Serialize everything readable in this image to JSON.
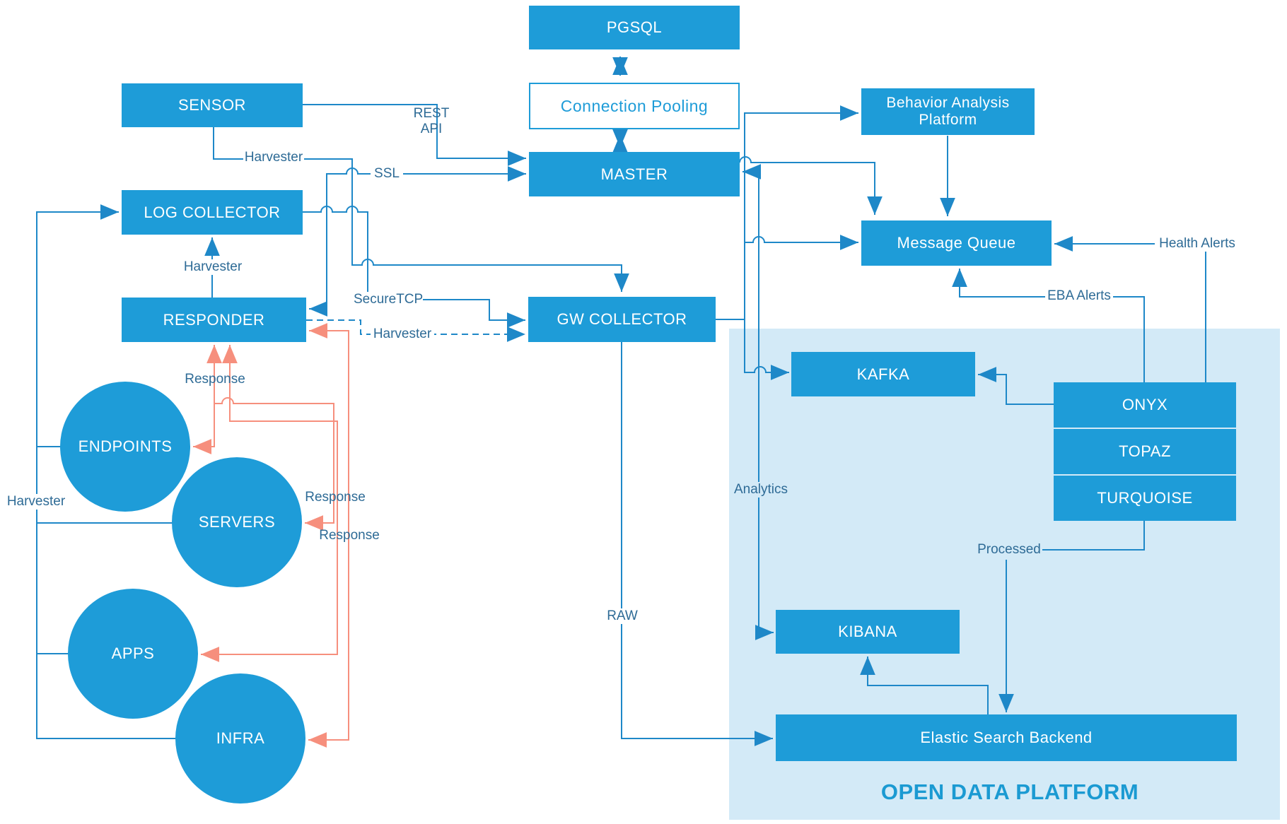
{
  "colors": {
    "node_fill": "#1e9cd8",
    "node_text": "#ffffff",
    "line_blue": "#1e88c8",
    "line_response": "#f68f7d",
    "edge_label_text": "#2e6b96",
    "platform_bg": "#d3eaf7",
    "title_text": "#1b9ad2"
  },
  "nodes": {
    "pgsql": "PGSQL",
    "connection_pooling": "Connection Pooling",
    "master": "MASTER",
    "sensor": "SENSOR",
    "log_collector": "LOG COLLECTOR",
    "responder": "RESPONDER",
    "gw_collector": "GW COLLECTOR",
    "behavior_analysis": "Behavior Analysis Platform",
    "message_queue": "Message Queue",
    "kafka": "KAFKA",
    "kibana": "KIBANA",
    "elastic_search": "Elastic Search Backend",
    "onyx": "ONYX",
    "topaz": "TOPAZ",
    "turquoise": "TURQUOISE",
    "endpoints": "ENDPOINTS",
    "servers": "SERVERS",
    "apps": "APPS",
    "infra": "INFRA"
  },
  "labels": {
    "rest_api": "REST API",
    "ssl": "SSL",
    "securetcp": "SecureTCP",
    "harvester": "Harvester",
    "response": "Response",
    "health_alerts": "Health Alerts",
    "eba_alerts": "EBA Alerts",
    "analytics": "Analytics",
    "raw": "RAW",
    "processed": "Processed"
  },
  "platform": {
    "title": "OPEN DATA PLATFORM"
  }
}
